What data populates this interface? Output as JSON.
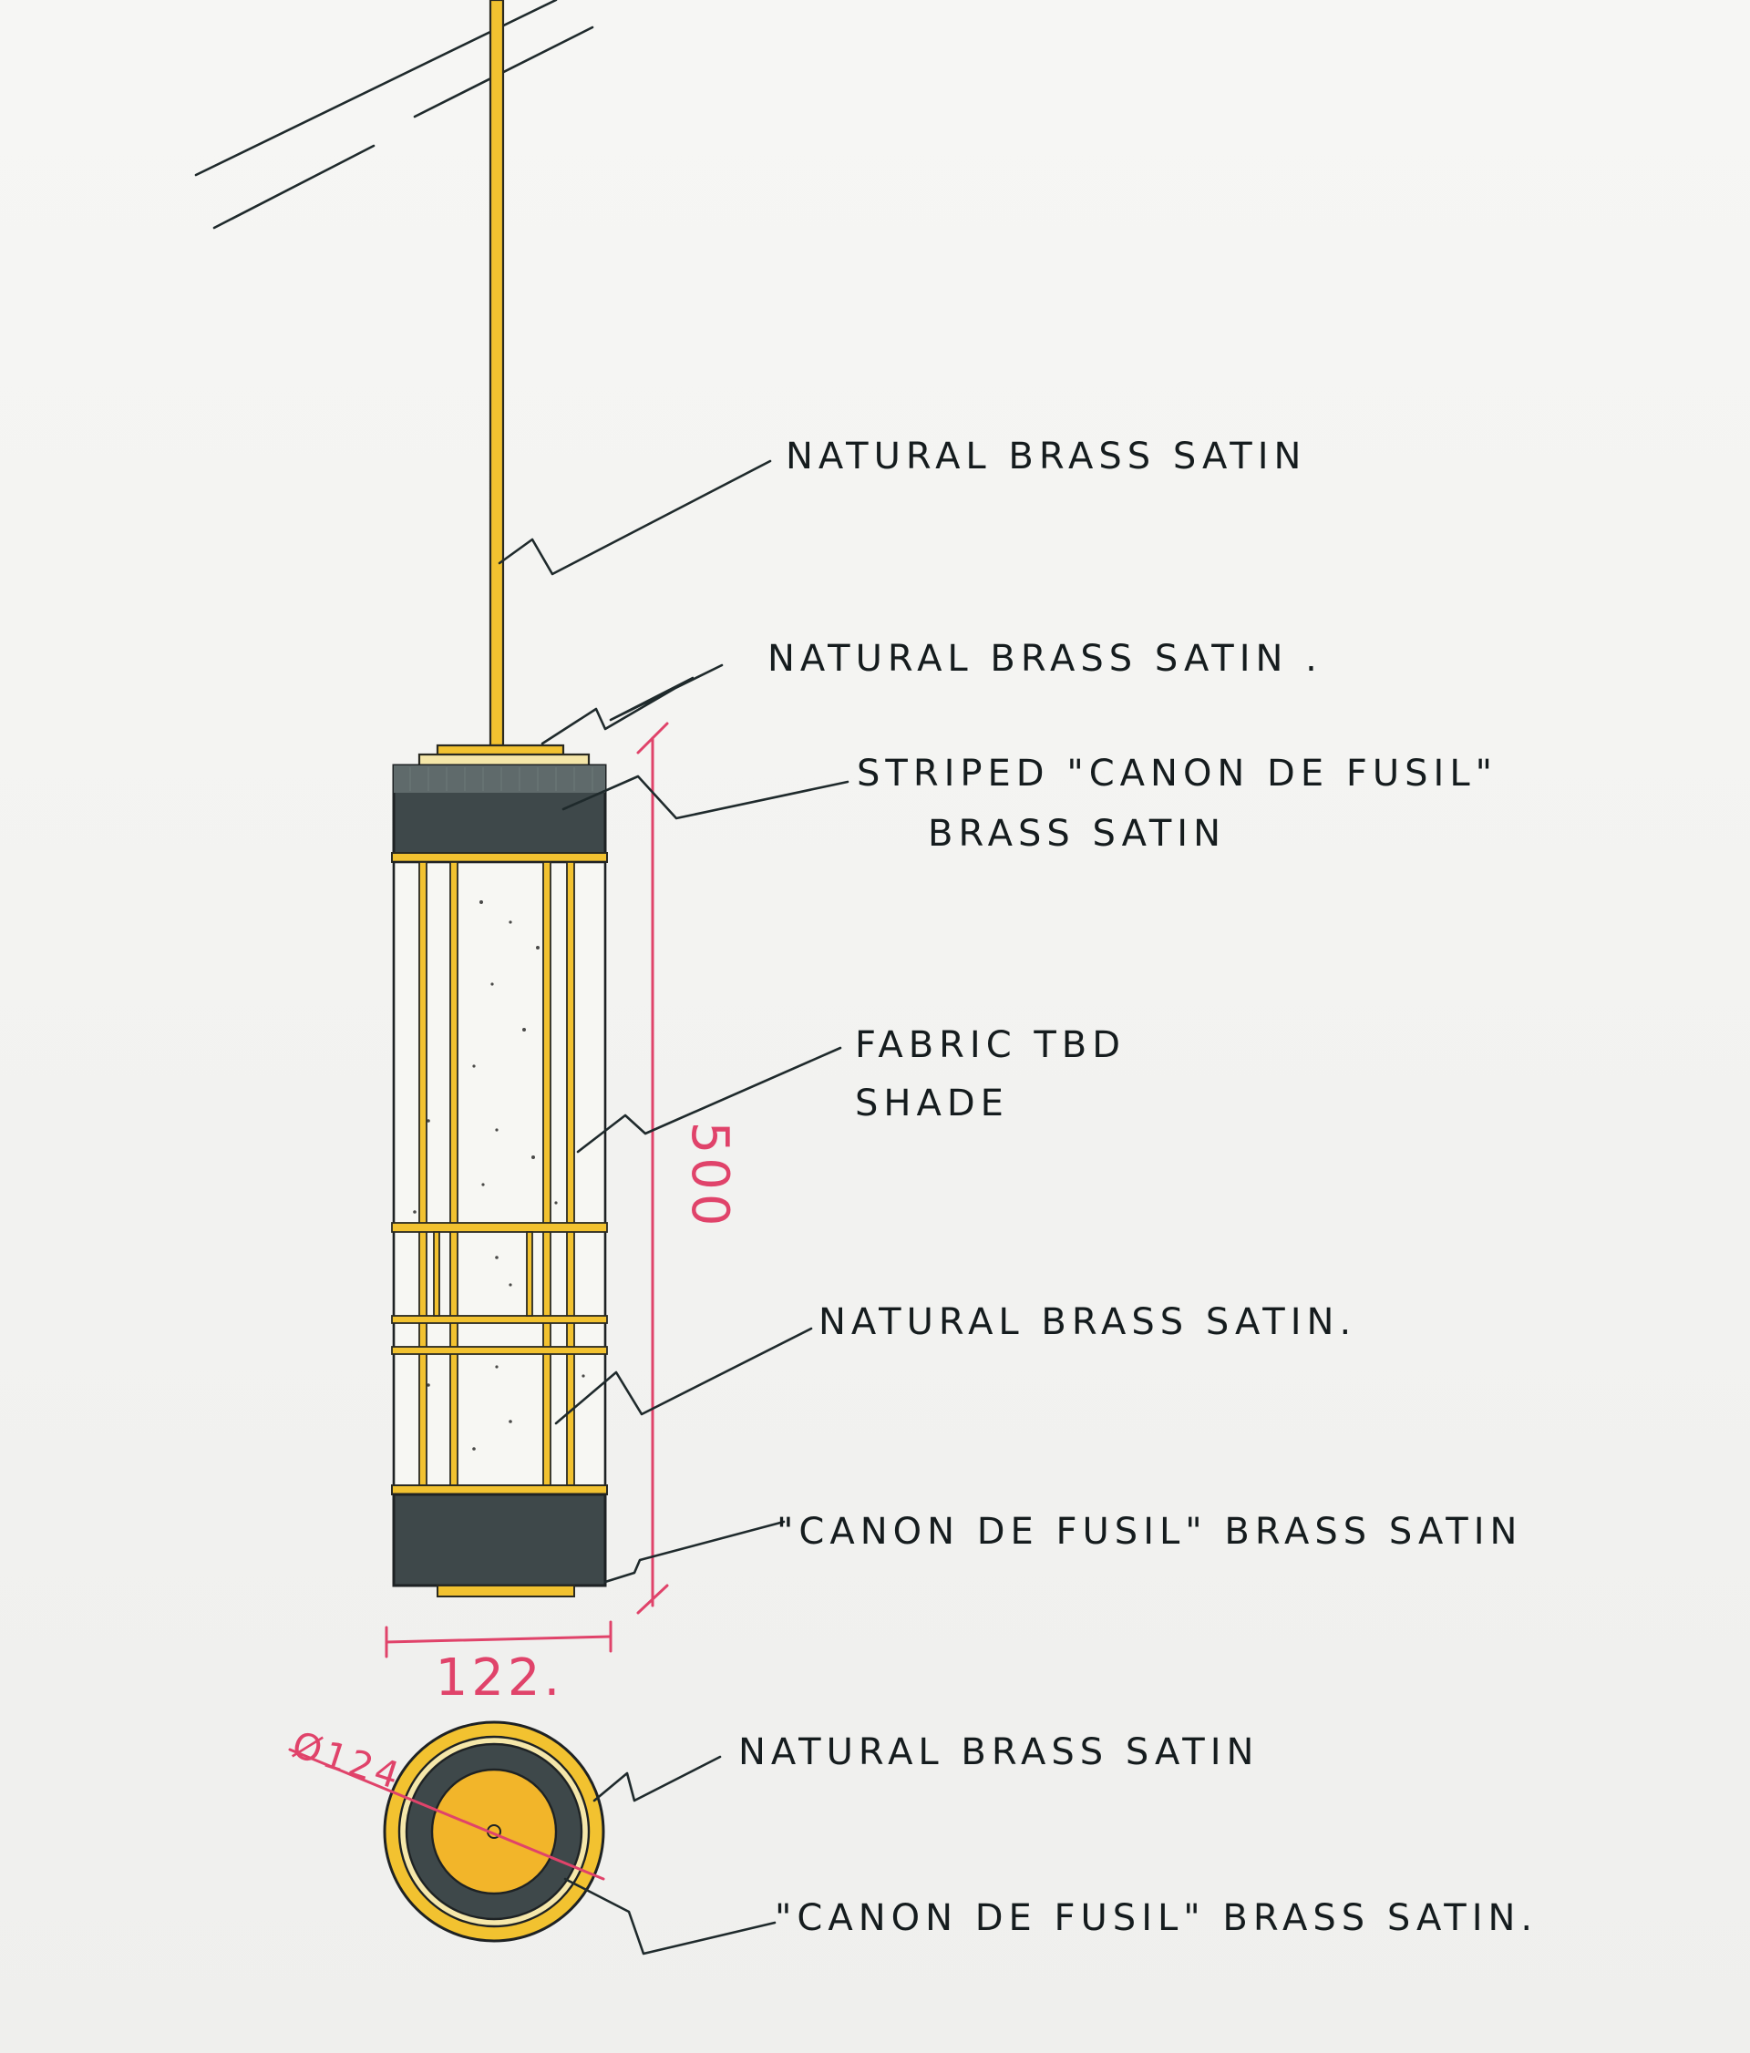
{
  "annotations": {
    "rod_label": "NATURAL BRASS SATIN",
    "cap_label": "NATURAL BRASS SATIN .",
    "top_band_line1": "STRIPED \"CANON DE FUSIL\"",
    "top_band_line2": "BRASS SATIN",
    "shade_line1": "FABRIC TBD",
    "shade_line2": "SHADE",
    "frame_label": "NATURAL BRASS SATIN.",
    "bottom_band_label": "\"CANON DE FUSIL\" BRASS SATIN",
    "plan_outer_label": "NATURAL BRASS SATIN",
    "plan_inner_label": "\"CANON DE FUSIL\" BRASS SATIN."
  },
  "dimensions": {
    "height": "500",
    "width": "122.",
    "diameter": "Ø124"
  },
  "colors": {
    "paper": "#f4f4f2",
    "ink": "#1f2a2c",
    "brass": "#f2c230",
    "gunmetal": "#3a4446",
    "dimension": "#e0436a"
  }
}
